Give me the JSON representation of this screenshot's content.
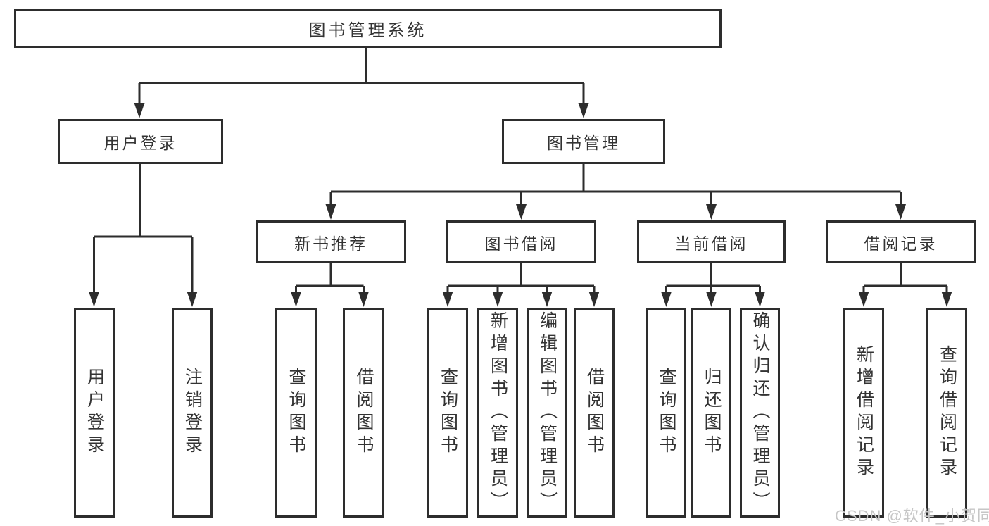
{
  "diagram": {
    "root": {
      "label": "图书管理系统"
    },
    "level2": [
      {
        "label": "用户登录"
      },
      {
        "label": "图书管理"
      }
    ],
    "level3": [
      {
        "label": "新书推荐"
      },
      {
        "label": "图书借阅"
      },
      {
        "label": "当前借阅"
      },
      {
        "label": "借阅记录"
      }
    ],
    "leafGroups": [
      {
        "parent": "用户登录",
        "leaves": [
          "用户登录",
          "注销登录"
        ]
      },
      {
        "parent": "新书推荐",
        "leaves": [
          "查询图书",
          "借阅图书"
        ]
      },
      {
        "parent": "图书借阅",
        "leaves": [
          "查询图书",
          "新增图书（管理员）",
          "编辑图书（管理员）",
          "借阅图书"
        ]
      },
      {
        "parent": "当前借阅",
        "leaves": [
          "查询图书",
          "归还图书",
          "确认归还（管理员）"
        ]
      },
      {
        "parent": "借阅记录",
        "leaves": [
          "新增借阅记录",
          "查询借阅记录"
        ]
      }
    ],
    "colors": {
      "line": "#2d2d2d",
      "text": "#333333",
      "watermark": "#c6c6c6",
      "background": "#ffffff"
    }
  },
  "watermark": {
    "text": "CSDN @软件_小贺同学"
  }
}
